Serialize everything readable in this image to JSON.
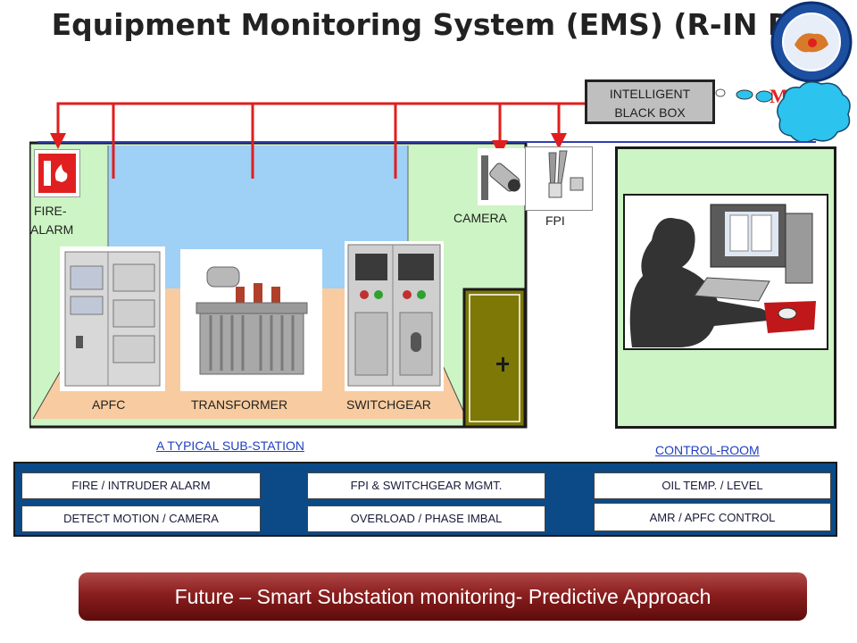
{
  "title": "Equipment Monitoring System (EMS) (R-IN D)",
  "black_box": {
    "line1": "INTELLIGENT",
    "line2": "BLACK BOX"
  },
  "substation": {
    "fire_alarm_line1": "FIRE-",
    "fire_alarm_line2": "ALARM",
    "camera": "CAMERA",
    "fpi": "FPI",
    "apfc": "APFC",
    "transformer": "TRANSFORMER",
    "switchgear": "SWITCHGEAR",
    "caption": "A TYPICAL SUB-STATION"
  },
  "control_room_caption": "CONTROL-ROOM",
  "features": {
    "col1": [
      "FIRE / INTRUDER ALARM",
      "DETECT MOTION / CAMERA"
    ],
    "col2": [
      "FPI  & SWITCHGEAR MGMT.",
      "OVERLOAD / PHASE IMBAL"
    ],
    "col3": [
      "OIL TEMP. / LEVEL",
      "AMR / APFC CONTROL"
    ]
  },
  "banner": "Future – Smart Substation monitoring- Predictive Approach",
  "colors": {
    "connector_red": "#e01e1e",
    "rail_blue": "#2f3fb0",
    "panel_navy": "#0b4a86",
    "wall_green": "#ccf4c4",
    "sky_blue": "#9fd0f5",
    "floor_peach": "#f8cca0",
    "door_olive": "#7e7806",
    "cloud_cyan": "#2cc3ee"
  }
}
